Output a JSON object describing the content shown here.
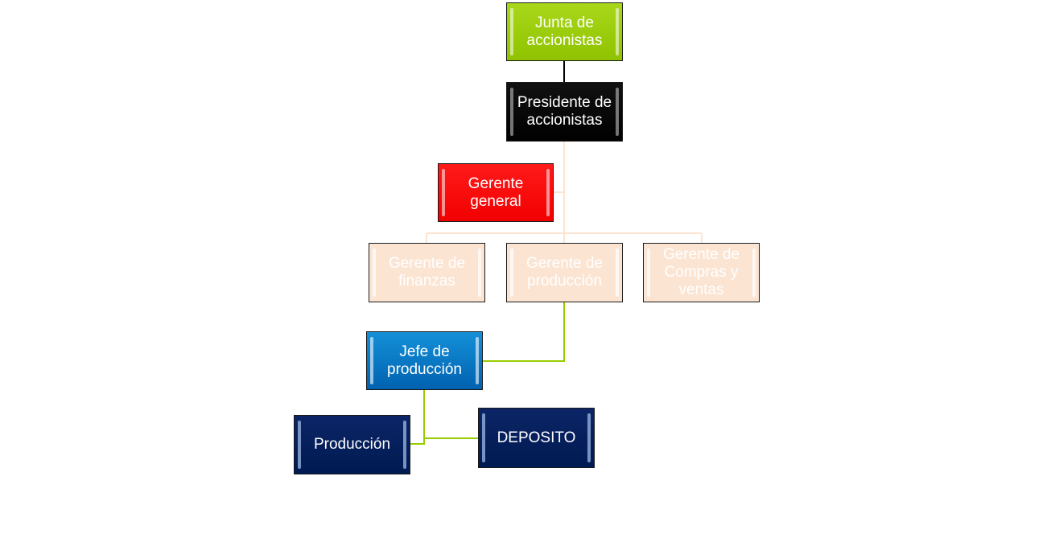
{
  "org_chart": {
    "nodes": {
      "junta": "Junta de accionistas",
      "presidente": "Presidente de accionistas",
      "gerente_general": "Gerente general",
      "gerente_finanzas": "Gerente de finanzas",
      "gerente_produccion": "Gerente de producción",
      "gerente_compras": "Gerente de Compras y ventas",
      "jefe_produccion": "Jefe de producción",
      "produccion": "Producción",
      "deposito": "DEPOSITO"
    }
  },
  "colors": {
    "junta": "#99cc00",
    "presidente": "#000000",
    "gerente_general": "#ff0000",
    "faded_managers": "#fce4d2",
    "jefe_produccion": "#0070c0",
    "operational": "#002060",
    "connector_main": "#000000",
    "connector_faded": "#fce4d2",
    "connector_green": "#99cc00"
  }
}
